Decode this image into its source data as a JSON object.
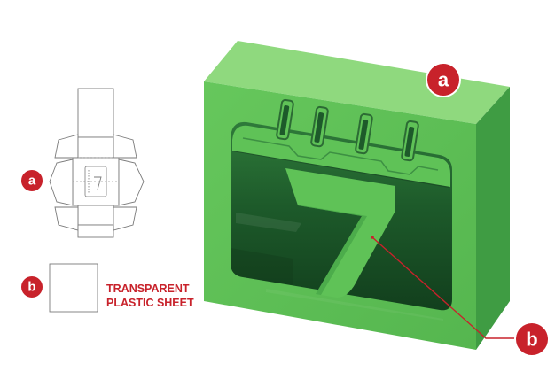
{
  "badges": {
    "a_large": "a",
    "b_large": "b",
    "a_small": "a",
    "b_small": "b"
  },
  "sheet_label": {
    "line1": "TRANSPARENT",
    "line2": "PLASTIC SHEET"
  },
  "window_shape": {
    "numeral": "7",
    "icon": "calendar-icon"
  },
  "colors": {
    "box_front": "#5fc257",
    "box_top": "#8fd97e",
    "box_side": "#3f9c43",
    "window_interior": "#1f5a2c",
    "badge": "#c8222b",
    "leader_line": "#c8222b"
  }
}
